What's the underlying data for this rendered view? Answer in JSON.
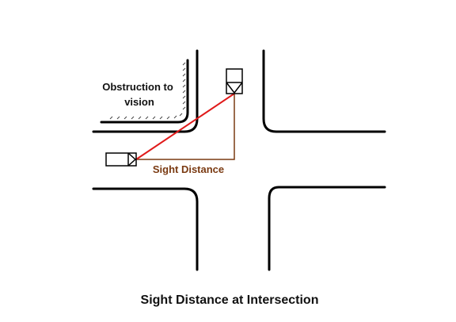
{
  "diagram": {
    "caption": "Sight Distance at Intersection",
    "obstruction_label_line1": "Obstruction to",
    "obstruction_label_line2": "vision",
    "sight_distance_label": "Sight Distance"
  },
  "colors": {
    "road": "#000000",
    "sight_line": "#e01a1a",
    "distance_line": "#7a3a12",
    "vehicle_outline": "#000000"
  },
  "icons": {
    "vehicle_left": "car-facing-right-icon",
    "vehicle_top": "car-facing-down-icon"
  }
}
